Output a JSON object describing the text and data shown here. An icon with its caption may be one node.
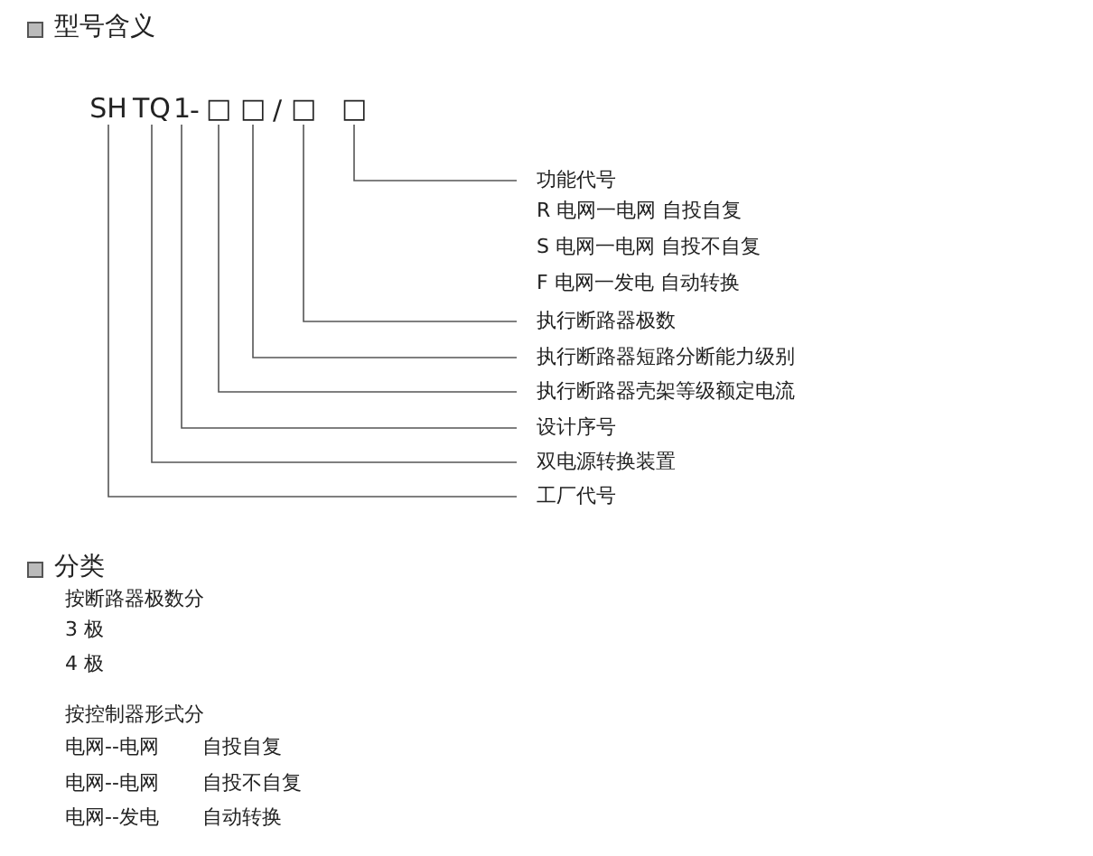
{
  "diagram": {
    "nodes": [
      {
        "text": [
          "SH"
        ]
      },
      {
        "text": [
          "TQ"
        ]
      },
      {
        "text": [
          "1"
        ]
      },
      {
        "text": [
          "□"
        ]
      },
      {
        "text": [
          "□"
        ]
      },
      {
        "text": [
          "□"
        ]
      },
      {
        "text": [
          "□"
        ]
      },
      {
        "text": [
          "功能代号"
        ]
      },
      {
        "text": [
          "执行断路器极数"
        ]
      },
      {
        "text": [
          "执行断路器短路分断能力级别"
        ]
      },
      {
        "text": [
          "执行断路器壳架等级额定电流"
        ]
      },
      {
        "text": [
          "设计序号"
        ]
      },
      {
        "text": [
          "双电源转换装置"
        ]
      },
      {
        "text": [
          "工厂代号"
        ]
      }
    ],
    "edges": [
      {
        "from": 7,
        "to": 6,
        "arrow": "none"
      },
      {
        "from": 8,
        "to": 5,
        "arrow": "none"
      },
      {
        "from": 9,
        "to": 4,
        "arrow": "none"
      },
      {
        "from": 10,
        "to": 3,
        "arrow": "none"
      },
      {
        "from": 11,
        "to": 2,
        "arrow": "none"
      },
      {
        "from": 12,
        "to": 1,
        "arrow": "none"
      },
      {
        "from": 13,
        "to": 0,
        "arrow": "none"
      }
    ],
    "labels": [
      "型号含义",
      "-",
      "/",
      "R 电网一电网 自投自复",
      "S 电网一电网 自投不自复",
      "F 电网一发电 自动转换",
      "分类",
      "按断路器极数分",
      "3 极",
      "4 极",
      "按控制器形式分",
      "电网--电网",
      "自投自复",
      "电网--电网",
      "自投不自复",
      "电网--发电",
      "自动转换"
    ]
  }
}
